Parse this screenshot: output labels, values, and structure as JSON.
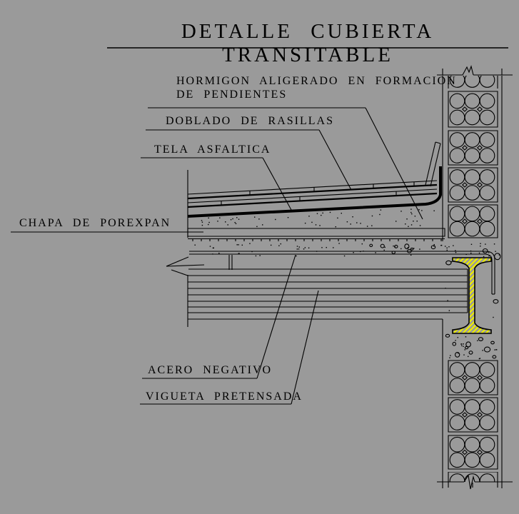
{
  "title": {
    "text": "DETALLE CUBIERTA TRANSITABLE"
  },
  "labels": {
    "hormigon_line1": "HORMIGON ALIGERADO EN FORMACION",
    "hormigon_line2": "DE PENDIENTES",
    "doblado": "DOBLADO DE RASILLAS",
    "tela": "TELA ASFALTICA",
    "chapa": "CHAPA DE POREXPAN",
    "acero": "ACERO NEGATIVO",
    "vigueta": "VIGUETA PRETENSADA"
  },
  "colors": {
    "background": "#9a9a9a",
    "line": "#000000",
    "steel_hatch": "#ecec00"
  }
}
